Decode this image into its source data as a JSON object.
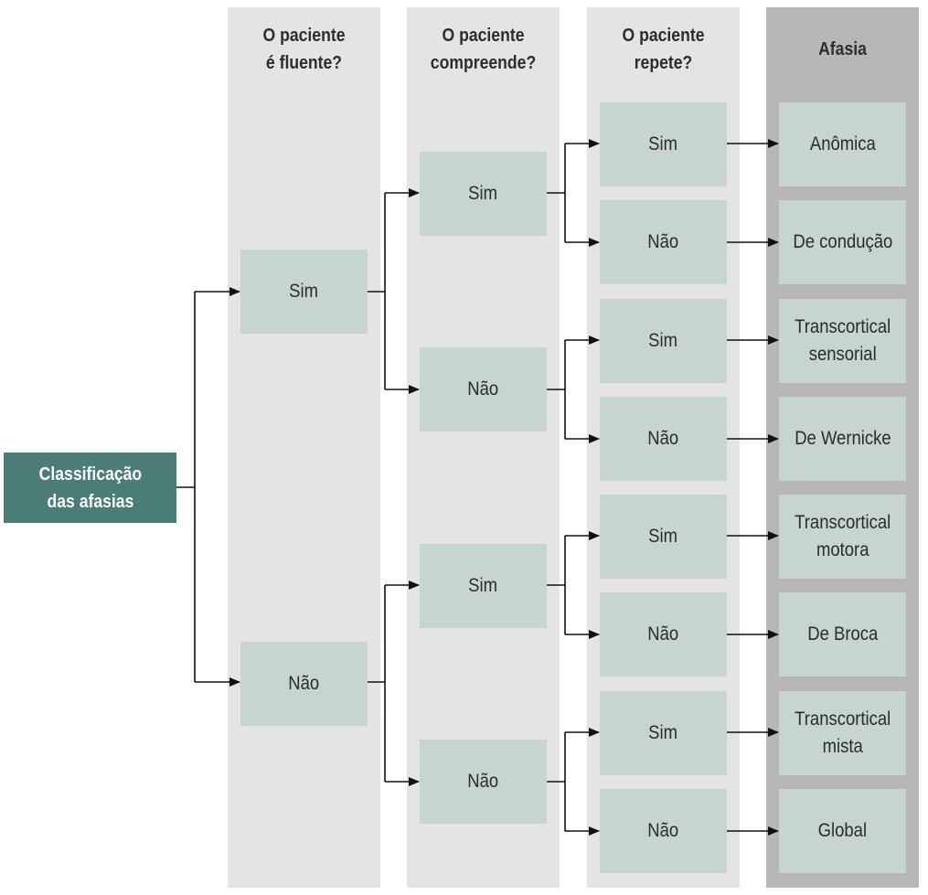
{
  "root": {
    "label": "Classificação\ndas afasias"
  },
  "columns": {
    "fluent": {
      "header": "O paciente\né fluente?"
    },
    "comprehends": {
      "header": "O paciente\ncompreende?"
    },
    "repeats": {
      "header": "O paciente\nrepete?"
    },
    "aphasia": {
      "header": "Afasia"
    }
  },
  "fluent": [
    {
      "label": "Sim"
    },
    {
      "label": "Não"
    }
  ],
  "comprehends": [
    {
      "label": "Sim"
    },
    {
      "label": "Não"
    },
    {
      "label": "Sim"
    },
    {
      "label": "Não"
    }
  ],
  "repeats": [
    {
      "label": "Sim"
    },
    {
      "label": "Não"
    },
    {
      "label": "Sim"
    },
    {
      "label": "Não"
    },
    {
      "label": "Sim"
    },
    {
      "label": "Não"
    },
    {
      "label": "Sim"
    },
    {
      "label": "Não"
    }
  ],
  "aphasia": [
    {
      "label": "Anômica"
    },
    {
      "label": "De condução"
    },
    {
      "label": "Transcortical\nsensorial"
    },
    {
      "label": "De Wernicke"
    },
    {
      "label": "Transcortical\nmotora"
    },
    {
      "label": "De Broca"
    },
    {
      "label": "Transcortical\nmista"
    },
    {
      "label": "Global"
    }
  ]
}
